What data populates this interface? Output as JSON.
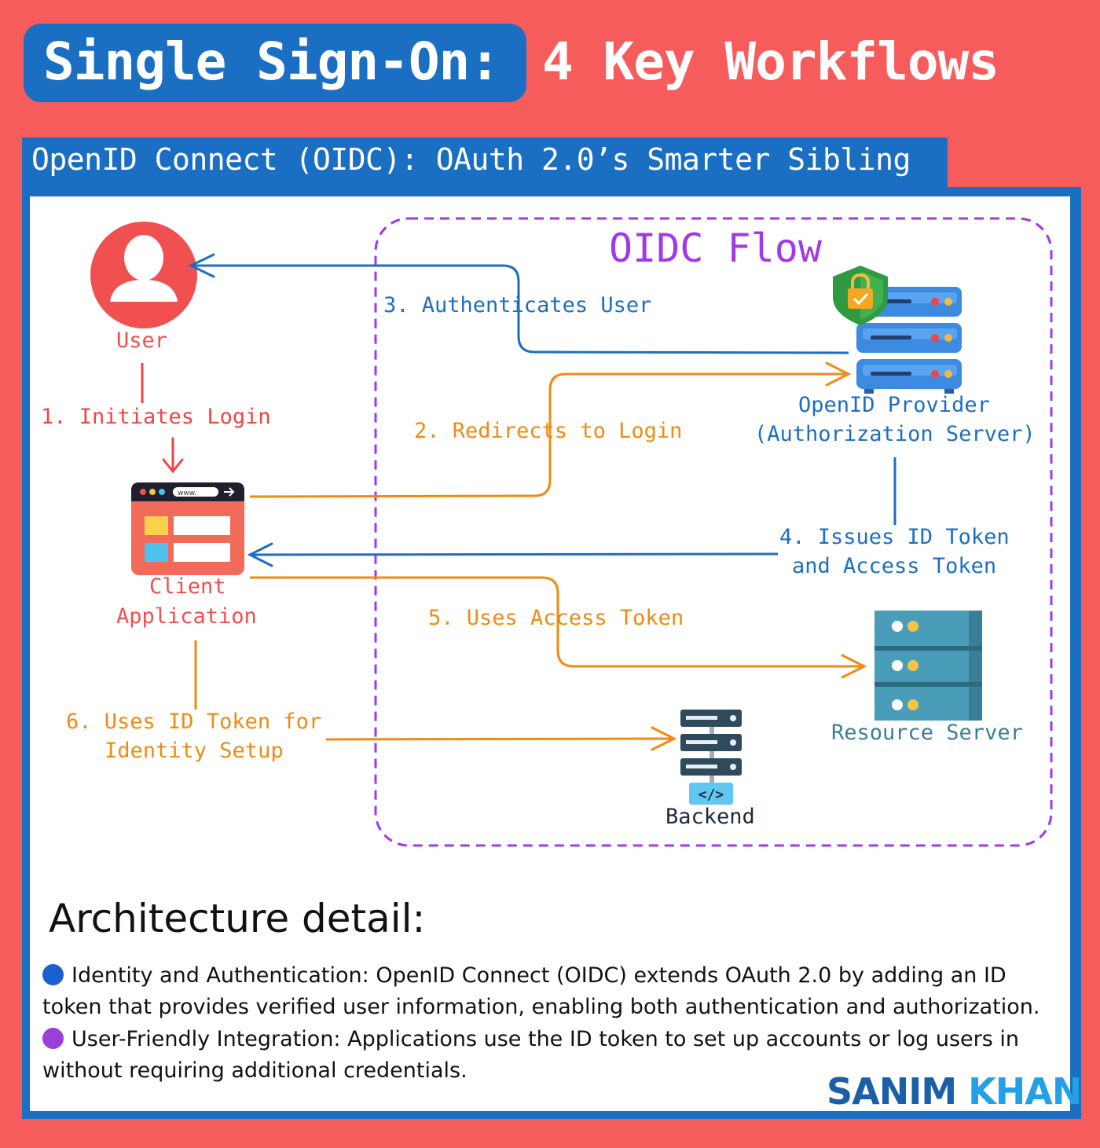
{
  "header": {
    "title_highlight": "Single Sign-On:",
    "title_rest": "4 Key Workflows",
    "subtitle": "OpenID Connect (OIDC): OAuth 2.0’s Smarter Sibling"
  },
  "diagram": {
    "flow_title": "OIDC Flow",
    "nodes": {
      "user": "User",
      "client_line1": "Client",
      "client_line2": "Application",
      "provider_line1": "OpenID Provider",
      "provider_line2": "(Authorization Server)",
      "resource_server": "Resource Server",
      "backend": "Backend",
      "browser_url": "www."
    },
    "steps": {
      "step1": "1. Initiates Login",
      "step2": "2. Redirects to Login",
      "step3": "3. Authenticates User",
      "step4_line1": "4. Issues ID Token",
      "step4_line2": "and Access Token",
      "step5": "5. Uses Access Token",
      "step6_line1": "6. Uses ID Token for",
      "step6_line2": "Identity Setup"
    },
    "colors": {
      "blue": "#1d6ec1",
      "orange": "#ef8b12",
      "red": "#f05050",
      "purple": "#a238e8",
      "teal": "#3a7f97"
    }
  },
  "architecture": {
    "heading": "Architecture detail:",
    "points": [
      {
        "bullet_color": "#1a5fd0",
        "text": "Identity and Authentication: OpenID Connect (OIDC) extends OAuth 2.0 by adding an ID token that provides verified user information, enabling both authentication and authorization."
      },
      {
        "bullet_color": "#9b3fd9",
        "text": "User-Friendly Integration: Applications use the ID token to set up accounts or log users in without requiring additional credentials."
      }
    ]
  },
  "brand": {
    "first": "SANIM",
    "last": "KHAN"
  }
}
